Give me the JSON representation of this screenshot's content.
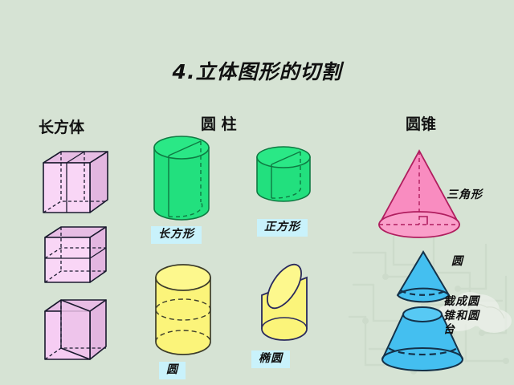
{
  "page": {
    "background_color": "#d6e3d4",
    "title": "4.立体图形的切割"
  },
  "columns": [
    {
      "id": "cuboid",
      "heading": "长方体"
    },
    {
      "id": "cylinder",
      "heading": "圆 柱"
    },
    {
      "id": "cone",
      "heading": "圆锥"
    }
  ],
  "labels": {
    "rectangle": {
      "text": "长方形",
      "style": "tag",
      "color": "#c9f2fb"
    },
    "square": {
      "text": "正方形",
      "style": "tag",
      "color": "#c9f2fb"
    },
    "circle": {
      "text": "圆",
      "style": "tag",
      "color": "#c9f2fb"
    },
    "ellipse": {
      "text": "椭圆",
      "style": "tag",
      "color": "#c9f2fb"
    },
    "triangle": {
      "text": "三角形",
      "style": "plain",
      "color": "#111111"
    },
    "cone_circle": {
      "text": "圆",
      "style": "plain",
      "color": "#111111"
    },
    "cut_result": {
      "text": "截成圆\n锥和圆\n台",
      "style": "plain",
      "color": "#111111"
    }
  },
  "figures": [
    {
      "id": "cuboid-vertical-cut",
      "shape": "rectangular-prism",
      "fill": "#f5c9f0",
      "cut": "vertical"
    },
    {
      "id": "cuboid-horizontal-cut",
      "shape": "rectangular-prism",
      "fill": "#f5c9f0",
      "cut": "horizontal"
    },
    {
      "id": "cuboid-diagonal-cut",
      "shape": "rectangular-prism",
      "fill": "#f0c4ee",
      "cut": "diagonal"
    },
    {
      "id": "cylinder-tall-vertical-cut",
      "shape": "cylinder",
      "fill": "#22e07e",
      "cut": "vertical"
    },
    {
      "id": "cylinder-short-vertical-cut",
      "shape": "cylinder",
      "fill": "#22e07e",
      "cut": "vertical"
    },
    {
      "id": "cylinder-horizontal-cut",
      "shape": "cylinder",
      "fill": "#fbf47a",
      "cut": "horizontal"
    },
    {
      "id": "cylinder-oblique-cut",
      "shape": "cylinder",
      "fill": "#fbf47a",
      "cut": "oblique"
    },
    {
      "id": "cone-axial-cut",
      "shape": "cone",
      "fill": "#f98cc0",
      "cut": "axial"
    },
    {
      "id": "cone-small",
      "shape": "cone",
      "fill": "#44bff0",
      "cut": "horizontal"
    },
    {
      "id": "frustum",
      "shape": "frustum",
      "fill": "#44bff0",
      "cut": "horizontal"
    }
  ],
  "colors": {
    "pink_prism": "#f5c9f0",
    "green_cylinder": "#22e07e",
    "yellow_cylinder": "#fbf47a",
    "pink_cone": "#f98cc0",
    "blue_cone": "#44bff0",
    "tag_background": "#c9f2fb",
    "outline": "#1a1a2e"
  }
}
